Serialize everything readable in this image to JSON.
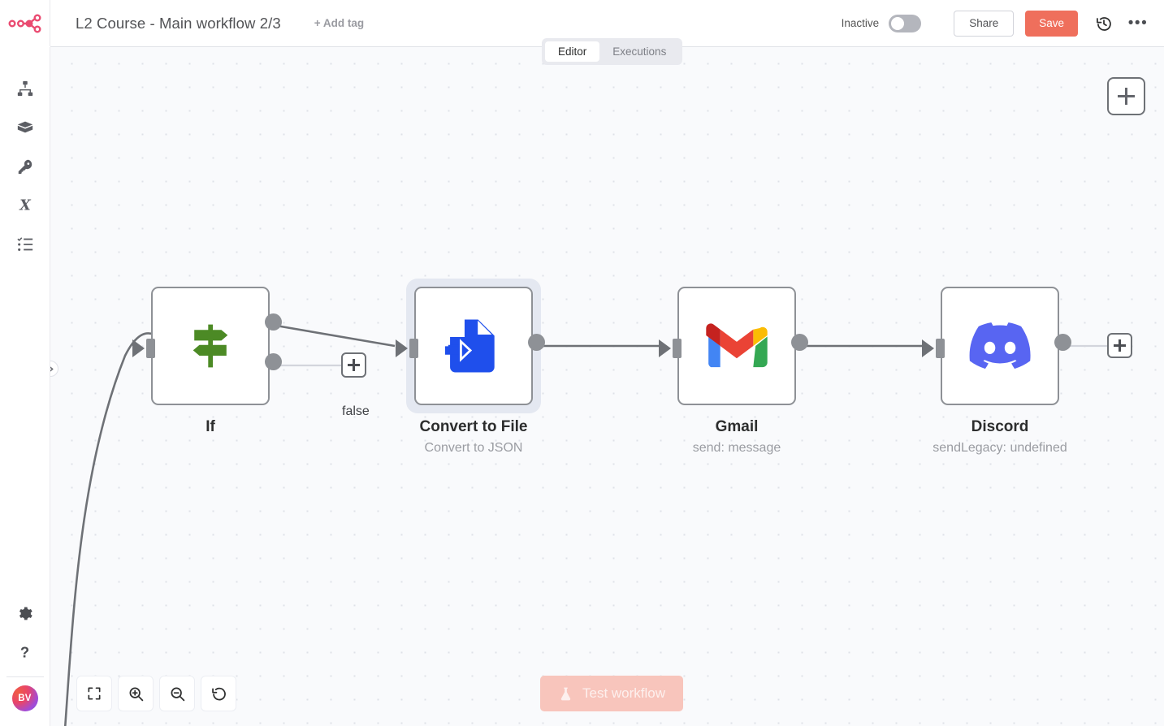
{
  "app": {
    "logo_name": "n8n-logo"
  },
  "sidebar": {
    "top_items": [
      {
        "icon": "sitemap-icon",
        "name": "overview"
      },
      {
        "icon": "package-icon",
        "name": "templates"
      },
      {
        "icon": "key-icon",
        "name": "credentials"
      },
      {
        "icon": "variables-x-icon",
        "name": "variables"
      },
      {
        "icon": "checklist-icon",
        "name": "executions"
      }
    ],
    "bottom_items": [
      {
        "icon": "gear-icon",
        "name": "settings"
      },
      {
        "icon": "help-icon",
        "name": "help"
      }
    ],
    "avatar_initials": "BV"
  },
  "header": {
    "workflow_title": "L2 Course - Main workflow 2/3",
    "add_tag_label": "+ Add tag",
    "active_state_label": "Inactive",
    "toggle_on": false,
    "share_label": "Share",
    "save_label": "Save",
    "history_icon": "history-icon",
    "more_label": "•••"
  },
  "tabs": [
    {
      "label": "Editor",
      "active": true
    },
    {
      "label": "Executions",
      "active": false
    }
  ],
  "canvas": {
    "add_node_icon": "plus-icon",
    "panel_toggle_icon": "chevron-right-icon",
    "background_color": "#f9fafc",
    "grid_dot_color": "#dfe1e8"
  },
  "nodes": [
    {
      "id": "if",
      "title": "If",
      "subtitle": "",
      "icon": "signpost-icon",
      "icon_color": "#4c8a25",
      "selected": false,
      "outputs": [
        {
          "label": "true",
          "connected": true
        },
        {
          "label": "false",
          "connected": false
        }
      ]
    },
    {
      "id": "convert-to-file",
      "title": "Convert to File",
      "subtitle": "Convert to JSON",
      "icon": "file-import-icon",
      "icon_color": "#1f4fec",
      "selected": true,
      "outputs": [
        {
          "label": "",
          "connected": true
        }
      ]
    },
    {
      "id": "gmail",
      "title": "Gmail",
      "subtitle": "send: message",
      "icon": "gmail-icon",
      "icon_color": "#ea4335",
      "selected": false,
      "outputs": [
        {
          "label": "",
          "connected": true
        }
      ]
    },
    {
      "id": "discord",
      "title": "Discord",
      "subtitle": "sendLegacy: undefined",
      "icon": "discord-icon",
      "icon_color": "#5865f2",
      "selected": false,
      "outputs": [
        {
          "label": "",
          "connected": false
        }
      ]
    }
  ],
  "zoom_controls": [
    {
      "name": "fit-to-view-button",
      "icon": "expand-icon"
    },
    {
      "name": "zoom-in-button",
      "icon": "zoom-in-icon"
    },
    {
      "name": "zoom-out-button",
      "icon": "zoom-out-icon"
    },
    {
      "name": "reset-zoom-button",
      "icon": "undo-icon"
    }
  ],
  "test_workflow": {
    "label": "Test workflow",
    "icon": "flask-icon",
    "disabled": true,
    "color": "#f8c5bc"
  },
  "colors": {
    "brand": "#ea4b71",
    "save_button": "#ef6f5c",
    "node_border": "#8e9196",
    "edge": "#6e7176"
  }
}
